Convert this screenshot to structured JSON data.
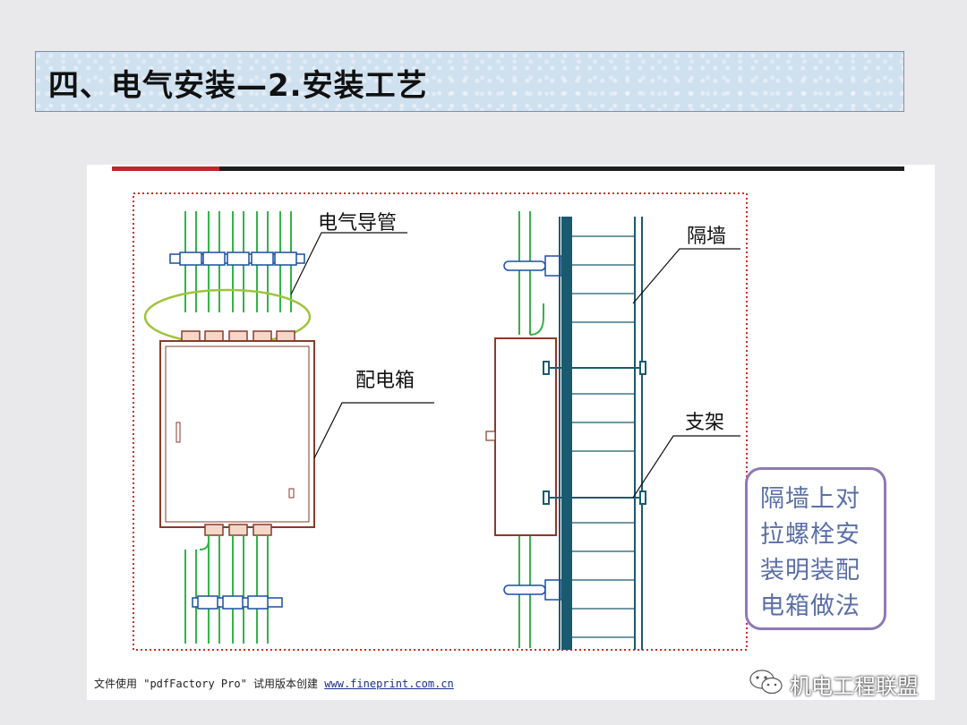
{
  "header": {
    "title": "四、电气安装—2.安装工艺"
  },
  "diagram": {
    "labels": {
      "conduit": "电气导管",
      "distribution_box": "配电箱",
      "partition_wall": "隔墙",
      "bracket": "支架"
    },
    "note_lines": [
      "隔墙上对",
      "拉螺栓安",
      "装明装配",
      "电箱做法"
    ]
  },
  "footer": {
    "text": "文件使用 \"pdfFactory Pro\" 试用版本创建 ",
    "link": "www.fineprint.com.cn"
  },
  "watermark": {
    "text": "机电工程联盟"
  },
  "colors": {
    "conduit_green": "#34b24a",
    "box_brown": "#8a3a2c",
    "dotted_border": "#d22a2a",
    "note_text": "#5a6fa8",
    "note_border": "#8e78b8",
    "ellipse": "#9ec43a"
  }
}
